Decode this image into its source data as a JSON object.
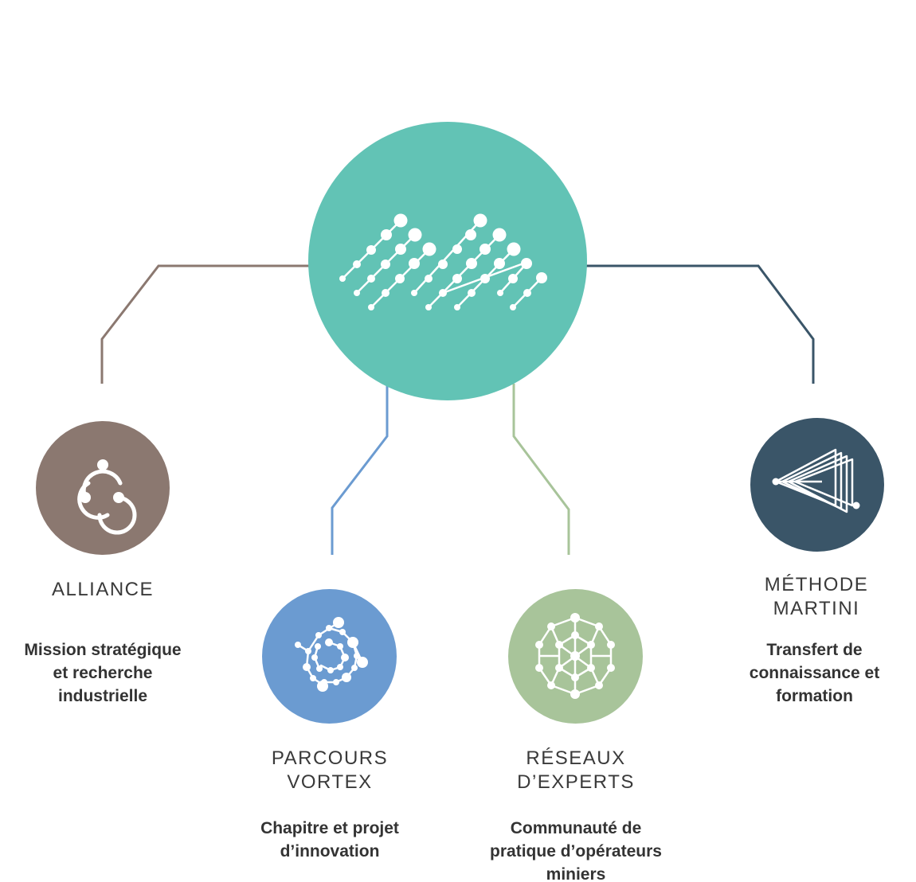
{
  "colors": {
    "hub": "#62c3b5",
    "alliance": "#8b7870",
    "vortex": "#6b9bd1",
    "reseaux": "#a8c49a",
    "martini": "#3a5568"
  },
  "hub": {
    "icon": "dot-network-logo-icon"
  },
  "nodes": [
    {
      "id": "alliance",
      "icon": "linked-nodes-icon",
      "title": "ALLIANCE",
      "description": "Mission stratégique\net recherche\nindustrielle"
    },
    {
      "id": "vortex",
      "icon": "spiral-dots-icon",
      "title": "PARCOURS\nVORTEX",
      "description": "Chapitre et projet\nd’innovation"
    },
    {
      "id": "reseaux",
      "icon": "geodesic-network-icon",
      "title": "RÉSEAUX\nD’EXPERTS",
      "description": "Communauté de\npratique d’opérateurs\nminiers"
    },
    {
      "id": "martini",
      "icon": "stacked-triangles-icon",
      "title": "MÉTHODE\nMARTINI",
      "description": "Transfert de\nconnaissance et\nformation"
    }
  ]
}
